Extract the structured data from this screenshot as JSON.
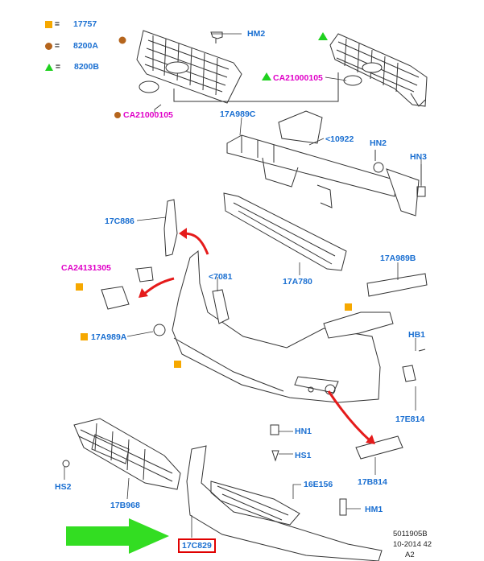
{
  "legend": [
    {
      "marker": "orange-square",
      "text": "17757"
    },
    {
      "marker": "brown-dot",
      "text": "8200A"
    },
    {
      "marker": "green-triangle",
      "text": "8200B"
    }
  ],
  "labels": {
    "hm2": "HM2",
    "ca21000105_right": "CA21000105",
    "ca21000105_left": "CA21000105",
    "p17a989c": "17A989C",
    "p10922": "<10922",
    "hn2": "HN2",
    "hn3": "HN3",
    "p17c886": "17C886",
    "ca24131305": "CA24131305",
    "p7081": "<7081",
    "p17a780": "17A780",
    "p17a989b": "17A989B",
    "p17a989a": "17A989A",
    "hb1": "HB1",
    "p17e814": "17E814",
    "hn1": "HN1",
    "hs1": "HS1",
    "hs2": "HS2",
    "p17b968": "17B968",
    "p17b814": "17B814",
    "p16e156": "16E156",
    "hm1": "HM1",
    "p17c829": "17C829"
  },
  "footer": {
    "line1": "5011905B",
    "line2": "10-2014 42",
    "line3": "A2"
  },
  "colors": {
    "part_label": "#1a6fd1",
    "service_kit_label": "#e000c8",
    "arrow_red": "#e51b1b",
    "arrow_green": "#33dd22",
    "marker_orange": "#f6a800",
    "marker_brown": "#b5651d",
    "marker_green": "#1fd11f"
  }
}
